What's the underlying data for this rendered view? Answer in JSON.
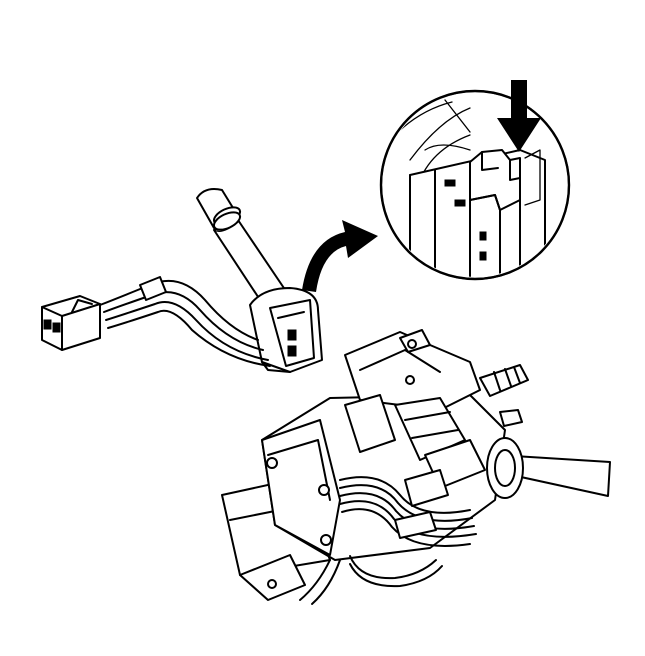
{
  "figure": {
    "parts": [
      {
        "name": "multifunction-switch-lever",
        "icon": "lever-icon"
      },
      {
        "name": "switch-electrical-connector",
        "icon": "connector-icon"
      },
      {
        "name": "steering-column-assembly",
        "icon": "steering-column-icon"
      },
      {
        "name": "detail-view-locking-tab",
        "icon": "magnifier-detail-icon"
      }
    ],
    "arrows": [
      {
        "name": "install-direction-arrow",
        "icon": "curved-arrow-icon"
      },
      {
        "name": "press-tab-arrow",
        "icon": "down-arrow-icon"
      }
    ],
    "colors": {
      "line": "#000000",
      "background": "#ffffff"
    }
  }
}
